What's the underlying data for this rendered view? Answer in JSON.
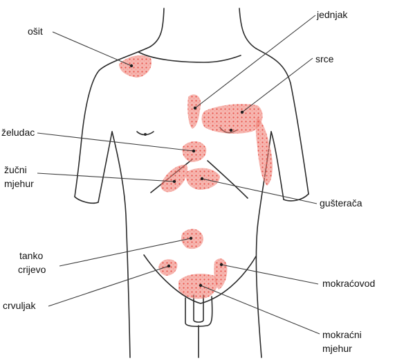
{
  "colors": {
    "background": "#ffffff",
    "outline": "#2a2a2a",
    "pain_area": "#ef7a6e"
  },
  "labels": {
    "osit": "ošit",
    "jednjak": "jednjak",
    "srce": "srce",
    "zeludac": "želudac",
    "zucni_1": "žučni",
    "zucni_2": "mjehur",
    "gusteraca": "gušterača",
    "tanko_1": "tanko",
    "tanko_2": "crijevo",
    "mokracovod": "mokraćovod",
    "crvuljak": "crvuljak",
    "mokracni_1": "mokraćni",
    "mokracni_2": "mjehur"
  }
}
